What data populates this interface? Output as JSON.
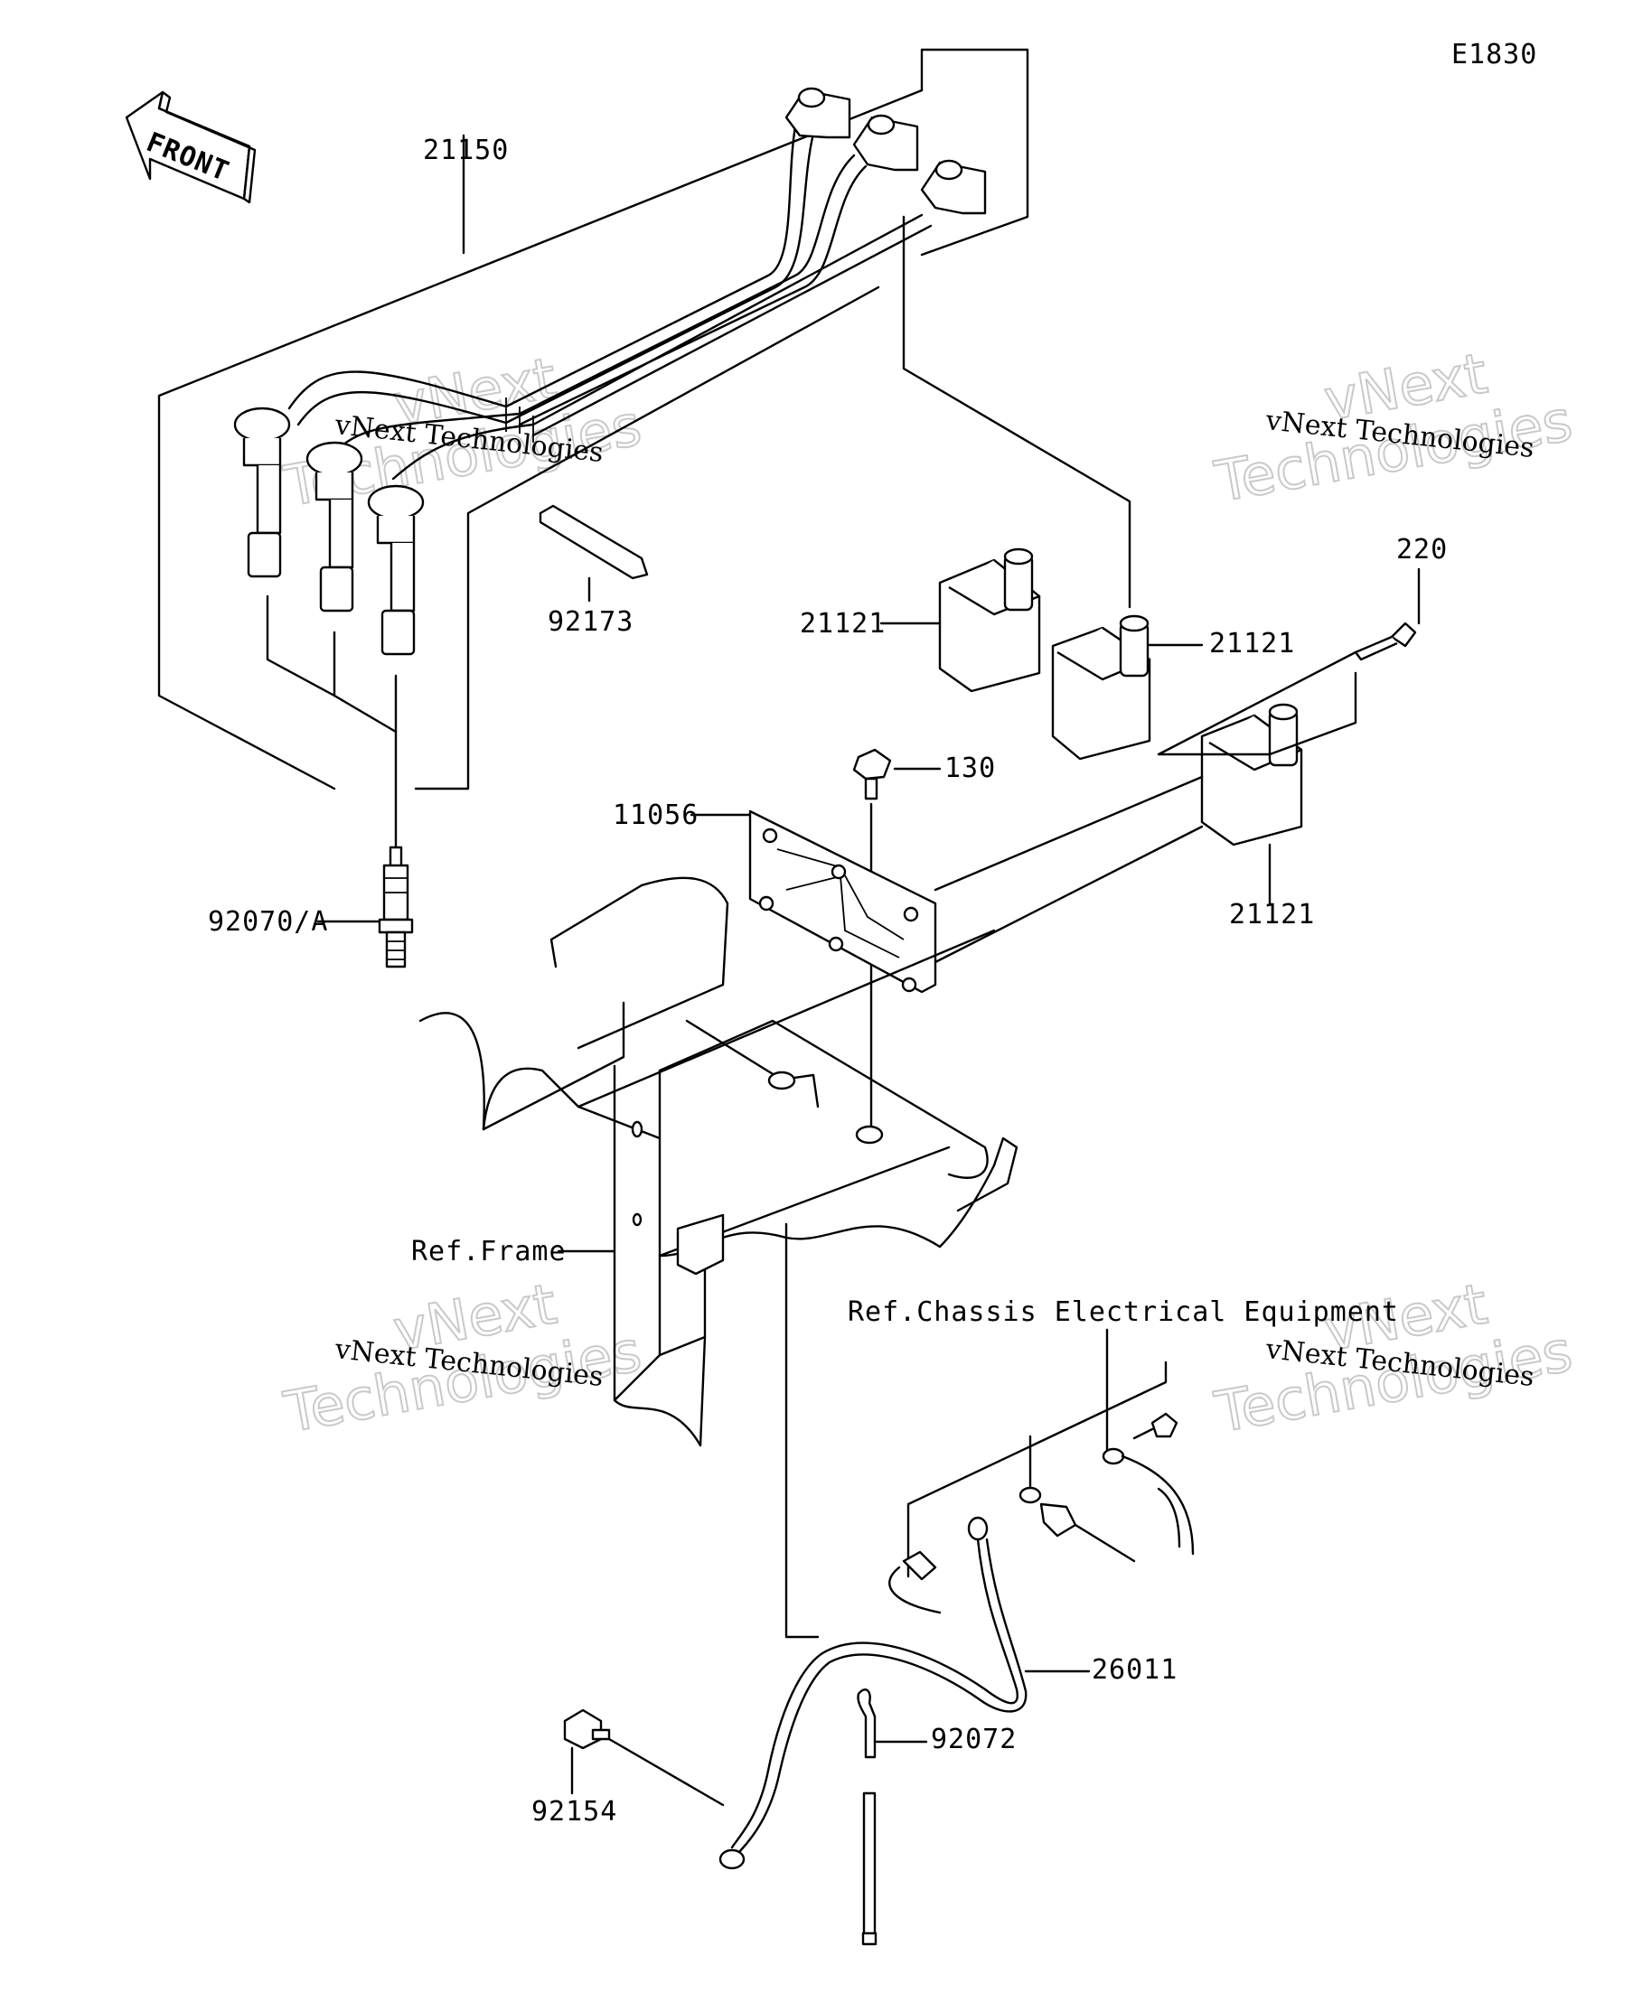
{
  "diagram_code": "E1830",
  "front_label": "FRONT",
  "watermark": {
    "line1": "vNext Technologies",
    "line2": "vNext",
    "line3": "Technologies"
  },
  "callouts": {
    "p21150": "21150",
    "p92173": "92173",
    "p21121_a": "21121",
    "p21121_b": "21121",
    "p21121_c": "21121",
    "p220": "220",
    "p130": "130",
    "p11056": "11056",
    "p92070": "92070/A",
    "ref_frame": "Ref.Frame",
    "ref_chassis": "Ref.Chassis Electrical Equipment",
    "p26011": "26011",
    "p92072": "92072",
    "p92154": "92154"
  }
}
